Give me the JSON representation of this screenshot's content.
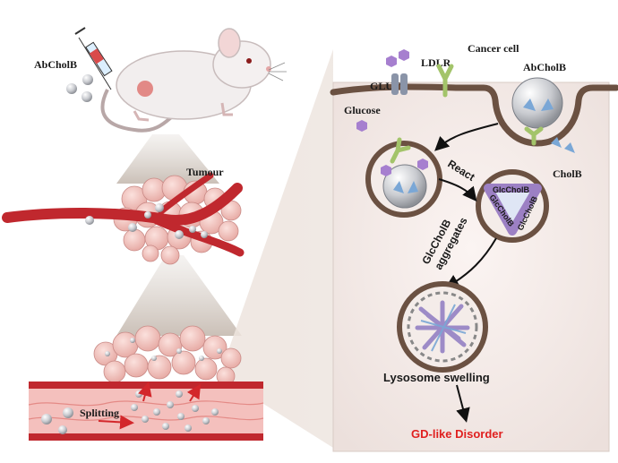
{
  "labels": {
    "drug_name": "AbCholB",
    "tumour": "Tumour",
    "splitting": "Splitting",
    "cancer_cell": "Cancer cell",
    "ldlr": "LDLR",
    "glut1": "GLUT1",
    "glucose": "Glucose",
    "abcholb_cell": "AbCholB",
    "cholb": "CholB",
    "react": "React",
    "glccholb_1": "GlcCholB",
    "glccholb_2": "GlcCholB",
    "glccholb_3": "GlcCholB",
    "aggregates_line1": "GlcCholB",
    "aggregates_line2": "aggregates",
    "lysosome_swelling": "Lysosome swelling",
    "outcome": "GD-like Disorder"
  },
  "colors": {
    "membrane": "#6b5142",
    "vessel_red": "#c0282e",
    "vessel_wall": "#e48a86",
    "tumour_pink": "#eebcb8",
    "glut1_gray": "#8a94a8",
    "ldlr_green": "#a3c46a",
    "glucose_purple": "#a67fcf",
    "cholb_blue": "#7aa7d6",
    "outcome_red": "#e02020"
  }
}
